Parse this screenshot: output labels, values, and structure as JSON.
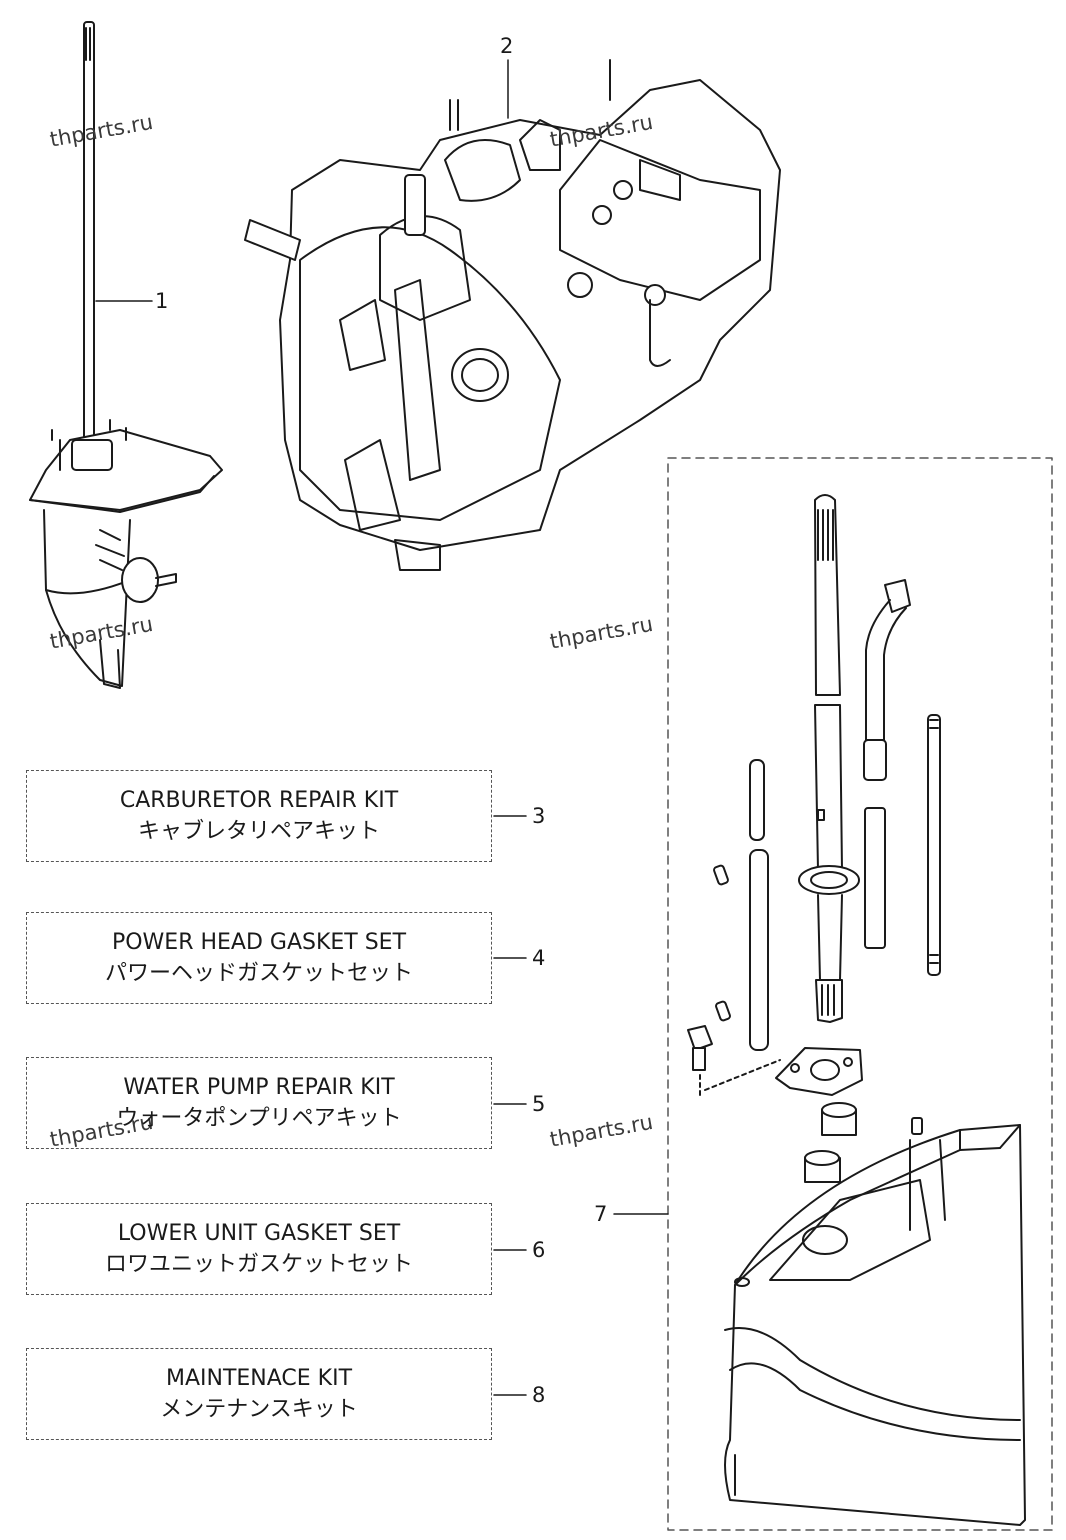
{
  "watermark": "thparts.ru",
  "callouts": {
    "c1": "1",
    "c2": "2",
    "c3": "3",
    "c4": "4",
    "c5": "5",
    "c6": "6",
    "c7": "7",
    "c8": "8"
  },
  "kits": [
    {
      "en": "CARBURETOR REPAIR KIT",
      "jp": "キャブレタリペアキット"
    },
    {
      "en": "POWER HEAD GASKET SET",
      "jp": "パワーヘッドガスケットセット"
    },
    {
      "en": "WATER PUMP REPAIR KIT",
      "jp": "ウォータポンプリペアキット"
    },
    {
      "en": "LOWER UNIT GASKET SET",
      "jp": "ロワユニットガスケットセット"
    },
    {
      "en": "MAINTENACE KIT",
      "jp": "メンテナンスキット"
    }
  ]
}
